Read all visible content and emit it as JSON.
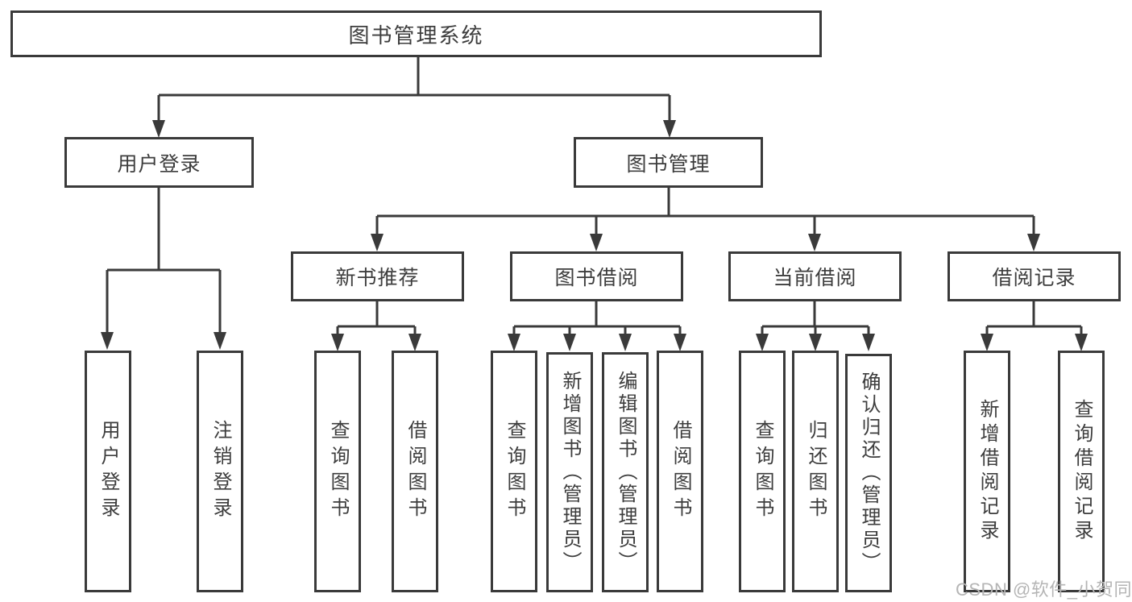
{
  "diagram_title": "图书管理系统",
  "colors": {
    "line": "#3a3a3a",
    "text": "#3d3d3d",
    "box_background": "#ffffff",
    "watermark": "#b5b5b5"
  },
  "tree": {
    "label": "图书管理系统",
    "children": [
      {
        "label": "用户登录",
        "children": [
          {
            "label": "用户登录"
          },
          {
            "label": "注销登录"
          }
        ]
      },
      {
        "label": "图书管理",
        "children": [
          {
            "label": "新书推荐",
            "children": [
              {
                "label": "查询图书"
              },
              {
                "label": "借阅图书"
              }
            ]
          },
          {
            "label": "图书借阅",
            "children": [
              {
                "label": "查询图书"
              },
              {
                "label": "新增图书（管理员）"
              },
              {
                "label": "编辑图书（管理员）"
              },
              {
                "label": "借阅图书"
              }
            ]
          },
          {
            "label": "当前借阅",
            "children": [
              {
                "label": "查询图书"
              },
              {
                "label": "归还图书"
              },
              {
                "label": "确认归还（管理员）"
              }
            ]
          },
          {
            "label": "借阅记录",
            "children": [
              {
                "label": "新增借阅记录"
              },
              {
                "label": "查询借阅记录"
              }
            ]
          }
        ]
      }
    ]
  },
  "watermark": "CSDN @软件_小贺同学"
}
